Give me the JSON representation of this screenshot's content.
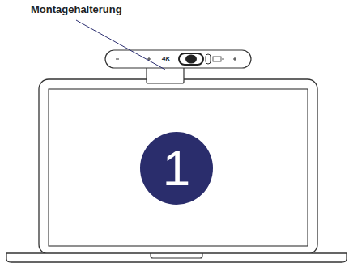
{
  "diagram": {
    "nodes": [
      {
        "text": [
          "1"
        ]
      }
    ],
    "labels": [
      "Montagehalterung",
      "4K"
    ]
  }
}
